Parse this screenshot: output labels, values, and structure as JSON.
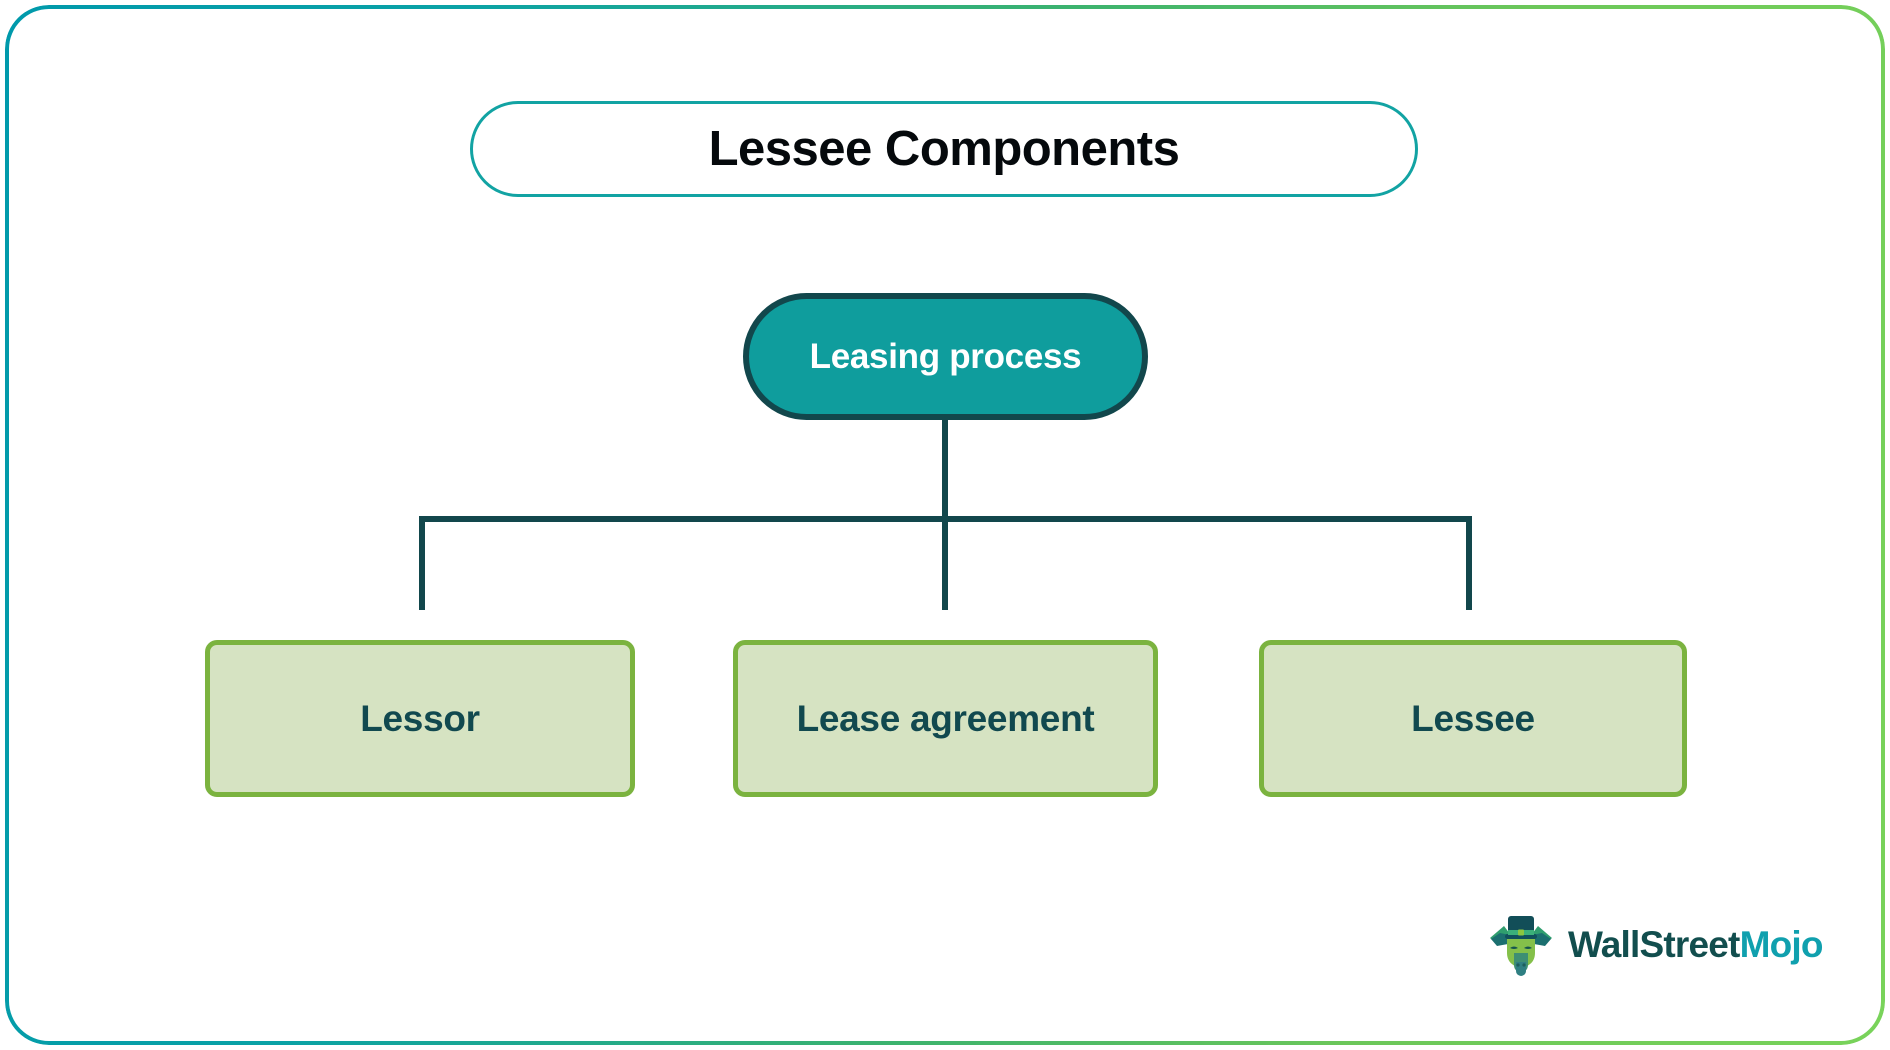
{
  "diagram": {
    "title": "Lessee Components",
    "type": "org-chart",
    "root": {
      "label": "Leasing process",
      "fill_color": "#0f9d9d",
      "border_color": "#12474c",
      "text_color": "#ffffff"
    },
    "children": [
      {
        "label": "Lessor",
        "fill_color": "#d6e3c2",
        "border_color": "#7bb33f",
        "text_color": "#11494f"
      },
      {
        "label": "Lease agreement",
        "fill_color": "#d6e3c2",
        "border_color": "#7bb33f",
        "text_color": "#11494f"
      },
      {
        "label": "Lessee",
        "fill_color": "#d6e3c2",
        "border_color": "#7bb33f",
        "text_color": "#11494f"
      }
    ],
    "connector_color": "#12474c",
    "title_border_color": "#12a3a3",
    "title_text_color": "#05090c",
    "frame_gradient_from": "#0099ab",
    "frame_gradient_to": "#79d35a",
    "background_color": "#ffffff"
  },
  "branding": {
    "wordmark_part1": "WallStreet",
    "wordmark_part2": "Mojo",
    "wordmark_part1_color": "#124e4e",
    "wordmark_part2_color": "#10a0ae",
    "mascot": "bull-with-top-hat"
  }
}
